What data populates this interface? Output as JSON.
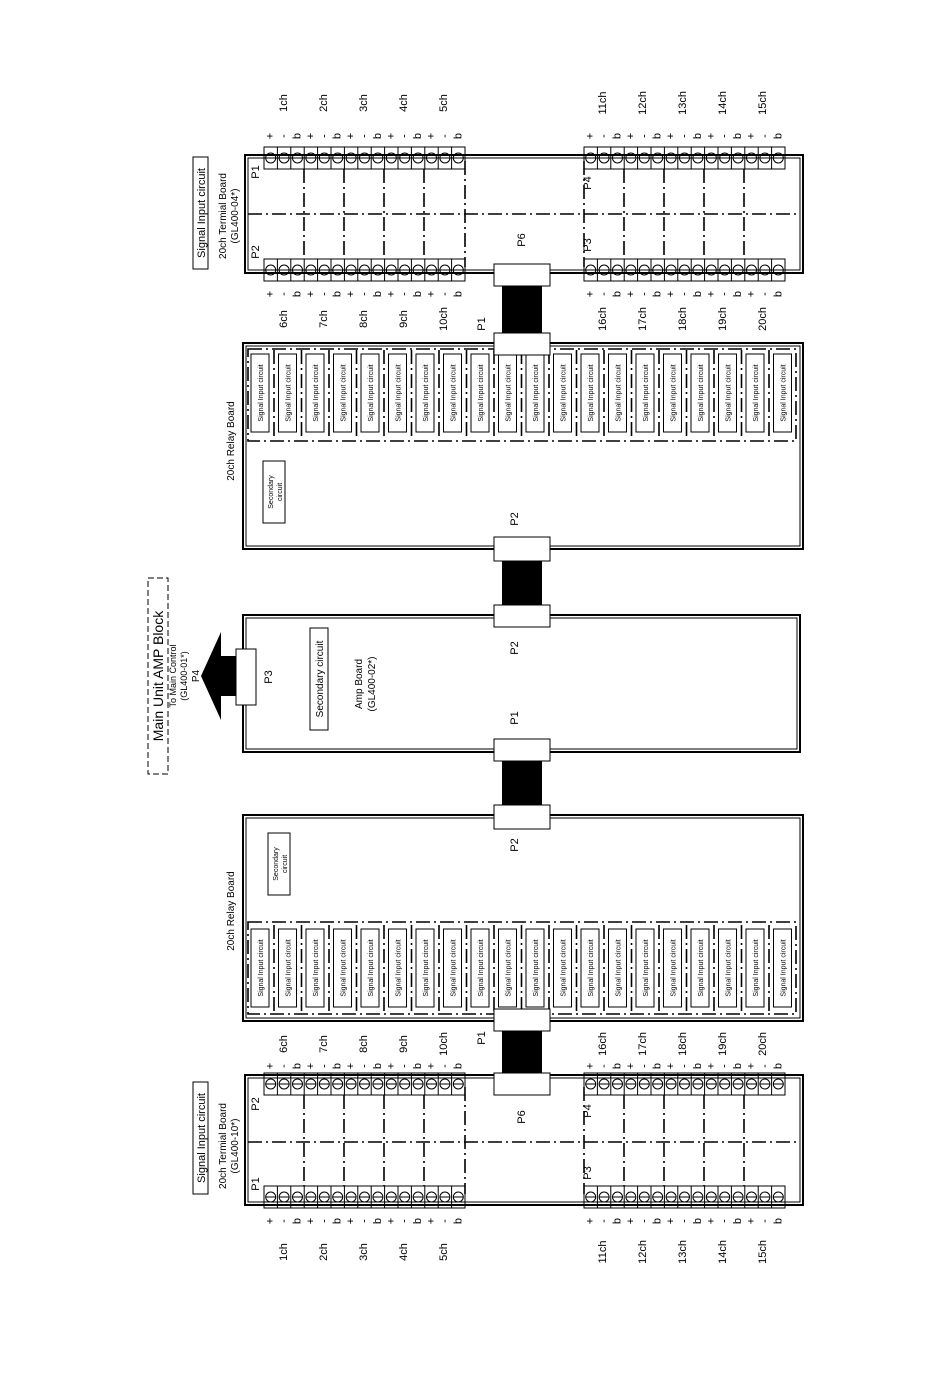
{
  "main_block": {
    "title": "Main Unit AMP Block",
    "sub1": "To Main Control",
    "sub2": "(GL400-01*)",
    "port": "P4"
  },
  "amp_board": {
    "name": "Amp Board",
    "model": "(GL400-02*)",
    "secondary": "Secondary circuit",
    "port_out": "P3",
    "port_relay_top": "P2",
    "port_relay_bottom": "P1"
  },
  "relay_top": {
    "label": "20ch Relay Board",
    "secondary_line1": "Secondary",
    "secondary_line2": "circuit",
    "circuit_label": "Signal Input circuit",
    "port_terminal": "P1",
    "port_amp": "P2"
  },
  "relay_bottom": {
    "label": "20ch Relay Board",
    "secondary_line1": "Secondary",
    "secondary_line2": "circuit",
    "circuit_label": "Signal Input circuit",
    "port_terminal": "P1",
    "port_amp": "P2"
  },
  "terminal_top": {
    "tag": "Signal Input circuit",
    "name": "20ch Termial Board",
    "model": "(GL400-04*)",
    "ports": {
      "a": "P1",
      "b": "P2",
      "c": "P3",
      "d": "P4",
      "cable": "P6"
    },
    "ch_far_left": [
      "1ch",
      "2ch",
      "3ch",
      "4ch",
      "5ch"
    ],
    "ch_far_right": [
      "11ch",
      "12ch",
      "13ch",
      "14ch",
      "15ch"
    ],
    "ch_near_left": [
      "6ch",
      "7ch",
      "8ch",
      "9ch",
      "10ch"
    ],
    "ch_near_right": [
      "16ch",
      "17ch",
      "18ch",
      "19ch",
      "20ch"
    ]
  },
  "terminal_bottom": {
    "tag": "Signal Input circuit",
    "name": "20ch Termial Board",
    "model": "(GL400-10*)",
    "ports": {
      "a": "P1",
      "b": "P2",
      "c": "P3",
      "d": "P4",
      "cable": "P6"
    },
    "ch_far_left": [
      "1ch",
      "2ch",
      "3ch",
      "4ch",
      "5ch"
    ],
    "ch_far_right": [
      "11ch",
      "12ch",
      "13ch",
      "14ch",
      "15ch"
    ],
    "ch_near_left": [
      "6ch",
      "7ch",
      "8ch",
      "9ch",
      "10ch"
    ],
    "ch_near_right": [
      "16ch",
      "17ch",
      "18ch",
      "19ch",
      "20ch"
    ]
  },
  "pin_labels": [
    "+",
    "-",
    "b"
  ]
}
